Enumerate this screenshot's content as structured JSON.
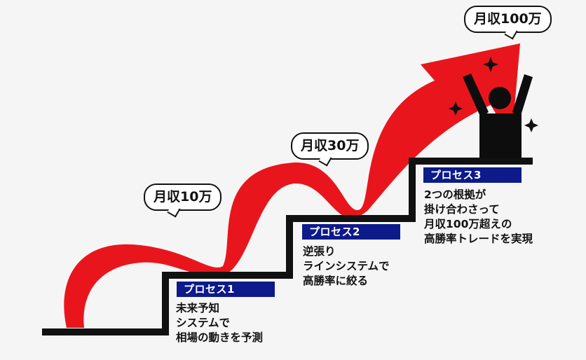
{
  "milestones": [
    {
      "label": "月収10万"
    },
    {
      "label": "月収30万"
    },
    {
      "label": "月収100万"
    }
  ],
  "processes": [
    {
      "title": "プロセス1",
      "lines": [
        "未来予知",
        "システムで",
        "相場の動きを予測"
      ]
    },
    {
      "title": "プロセス2",
      "lines": [
        "逆張り",
        "ラインシステムで",
        "高勝率に絞る"
      ]
    },
    {
      "title": "プロセス3",
      "lines": [
        "2つの根拠が",
        "掛け合わさって",
        "月収100万超えの",
        "高勝率トレードを実現"
      ]
    }
  ],
  "colors": {
    "arrow": "#e8161c",
    "stairs": "#111111",
    "tag_bg": "#0d1a8a",
    "background": "#f5f5f5"
  },
  "icons": [
    "person-raising-arms-icon",
    "sparkle-icon"
  ]
}
